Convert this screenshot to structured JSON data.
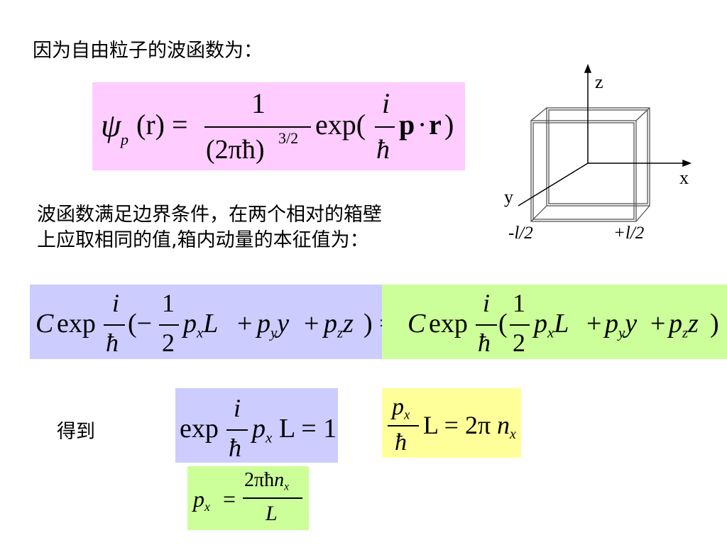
{
  "text": {
    "line1": "因为自由粒子的波函数为：",
    "line2a": "波函数满足边界条件，在两个相对的箱壁",
    "line2b": "上应取相同的值,箱内动量的本征值为：",
    "dedao": "得到"
  },
  "eq1": {
    "psi": "ψ",
    "p_sub": "p",
    "lhs_arg": "(r) =",
    "num": "1",
    "den": "(2πħ)",
    "den_exp": "3/2",
    "exp": "exp(",
    "i_num": "i",
    "hbar": "ħ",
    "p_bold": "p",
    "dot": "·",
    "r_bold": "r",
    "close": ")"
  },
  "eq2": {
    "C": "C",
    "exp": "exp",
    "i": "i",
    "hbar": "ħ",
    "open_neg": "(−",
    "one": "1",
    "two": "2",
    "p": "p",
    "x": "x",
    "L": "L",
    "plus1": "+",
    "y": "y",
    "yvar": "y",
    "plus2": "+",
    "z": "z",
    "zvar": "z",
    "close_eq": ") =",
    "open": "(",
    "close": ")"
  },
  "eq3": {
    "exp": "exp",
    "i": "i",
    "hbar": "ħ",
    "p": "p",
    "x": "x",
    "rest": "L = 1"
  },
  "eq4": {
    "p": "p",
    "x": "x",
    "hbar": "ħ",
    "rest": "L = 2π",
    "n": "n"
  },
  "eq5": {
    "p": "p",
    "x": "x",
    "eq": "=",
    "num": "2πħ",
    "n": "n",
    "L": "L"
  },
  "diagram": {
    "z": "z",
    "x": "x",
    "y": "y",
    "left_label": "-l/2",
    "right_label": "+l/2"
  },
  "colors": {
    "pink": "#ffccff",
    "blue": "#ccccff",
    "green": "#ccff99",
    "yellow": "#ffff99"
  }
}
